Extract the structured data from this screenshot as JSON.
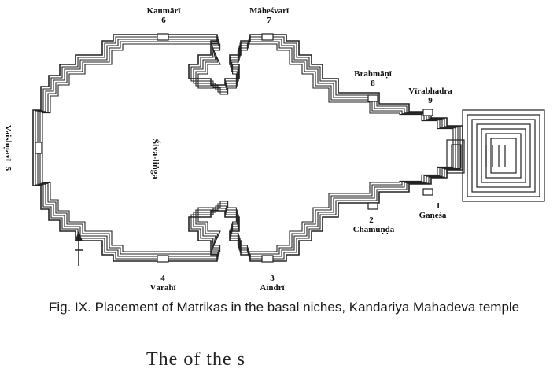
{
  "diagram": {
    "center_label": "Śiva-liṅga",
    "niches": [
      {
        "number": "1",
        "name": "Gaṇeśa"
      },
      {
        "number": "2",
        "name": "Chāmuṇḍā"
      },
      {
        "number": "3",
        "name": "Aindrī"
      },
      {
        "number": "4",
        "name": "Vārāhī"
      },
      {
        "number": "5",
        "name": "Vaishṇavī"
      },
      {
        "number": "6",
        "name": "Kaumārī"
      },
      {
        "number": "7",
        "name": "Māheśvarī"
      },
      {
        "number": "8",
        "name": "Brahmāṇī"
      },
      {
        "number": "9",
        "name": "Vīrabhadra"
      }
    ]
  },
  "caption": "Fig. IX. Placement of Matrikas in the basal niches, Kandariya Mahadeva temple",
  "bottom_text": "The            of the                  s"
}
